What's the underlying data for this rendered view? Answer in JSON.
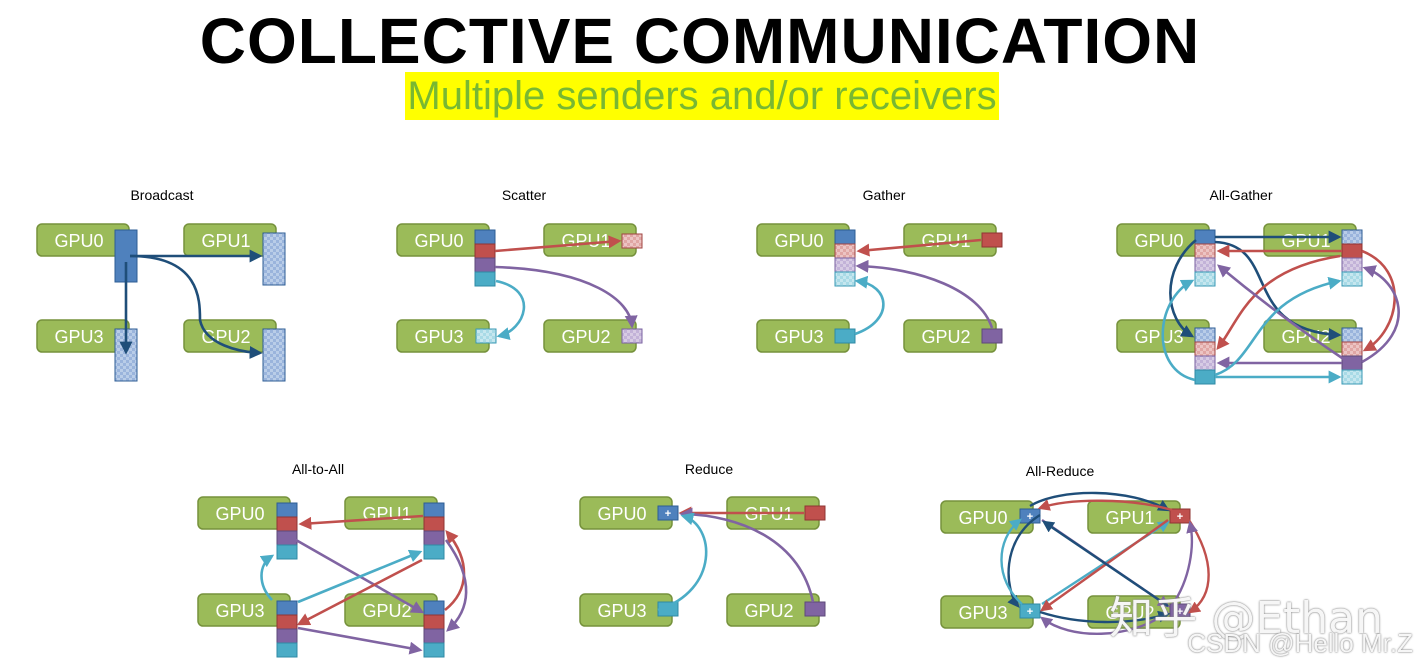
{
  "title": "COLLECTIVE COMMUNICATION",
  "subtitle": "Multiple senders and/or receivers",
  "panels": {
    "broadcast": {
      "label": "Broadcast"
    },
    "scatter": {
      "label": "Scatter"
    },
    "gather": {
      "label": "Gather"
    },
    "allgather": {
      "label": "All-Gather"
    },
    "alltoall": {
      "label": "All-to-All"
    },
    "reduce": {
      "label": "Reduce"
    },
    "allreduce": {
      "label": "All-Reduce"
    }
  },
  "gpu_labels": [
    "GPU0",
    "GPU1",
    "GPU2",
    "GPU3"
  ],
  "reduce_symbol": "+",
  "watermarks": {
    "zhihu": "知乎 @Ethan",
    "csdn": "CSDN @Hello Mr.Z"
  },
  "colors": {
    "gpu_box": "#9bbb59",
    "gpu_border": "#76923c",
    "blue": "#4f81bd",
    "red": "#c0504d",
    "purple": "#8064a2",
    "cyan": "#4bacc6",
    "blue_arrow": "#1f4e79",
    "title_yellow": "#ffff00",
    "subtitle_green": "#78b832"
  }
}
